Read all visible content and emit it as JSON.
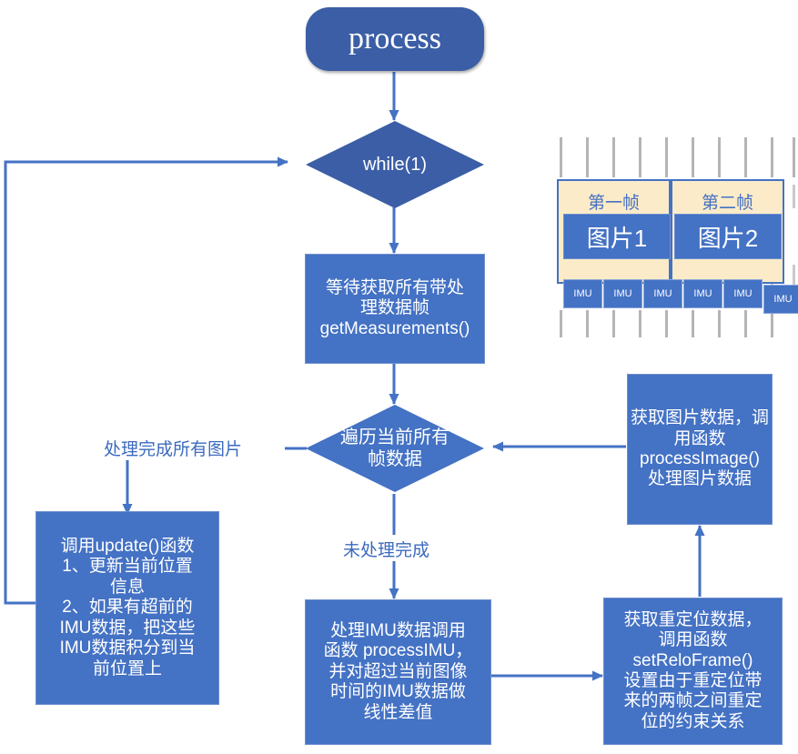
{
  "diagram": {
    "title": "process flowchart",
    "colors": {
      "terminator_fill": "#3B5EA6",
      "box_fill": "#4472C4",
      "edge_stroke": "#4472C4",
      "frame_fill": "#FCEBC8",
      "frame_text": "#4472C4",
      "gridline": "#B5B5B5",
      "label_text": "#3C6ABF"
    },
    "nodes": {
      "start": {
        "label": "process",
        "type": "terminator"
      },
      "while_loop": {
        "label": "while(1)",
        "type": "decision"
      },
      "get_measurements": {
        "label": "等待获取所有带处\n理数据帧\ngetMeasurements()",
        "type": "process"
      },
      "iterate_frames": {
        "label": "遍历当前所有\n帧数据",
        "type": "decision"
      },
      "update_func": {
        "label": "调用update()函数\n1、更新当前位置\n信息\n2、如果有超前的\nIMU数据，把这些\nIMU数据积分到当\n前位置上",
        "type": "process"
      },
      "process_imu": {
        "label": "处理IMU数据调用\n函数 processIMU，\n并对超过当前图像\n时间的IMU数据做\n线性差值",
        "type": "process"
      },
      "set_relo_frame": {
        "label": "获取重定位数据，\n调用函数\nsetReloFrame()\n设置由于重定位带\n来的两帧之间重定\n位的约束关系",
        "type": "process"
      },
      "process_image": {
        "label": "获取图片数据，调用函数\nprocessImage()\n处理图片数据",
        "type": "process"
      }
    },
    "edge_labels": {
      "all_images_done": "处理完成所有图片",
      "not_done": "未处理完成"
    },
    "frame_timeline": {
      "frames": [
        {
          "frame_label": "第一帧",
          "image_label": "图片1"
        },
        {
          "frame_label": "第二帧",
          "image_label": "图片2"
        }
      ],
      "imu_label": "IMU",
      "imu_count": 6
    }
  }
}
